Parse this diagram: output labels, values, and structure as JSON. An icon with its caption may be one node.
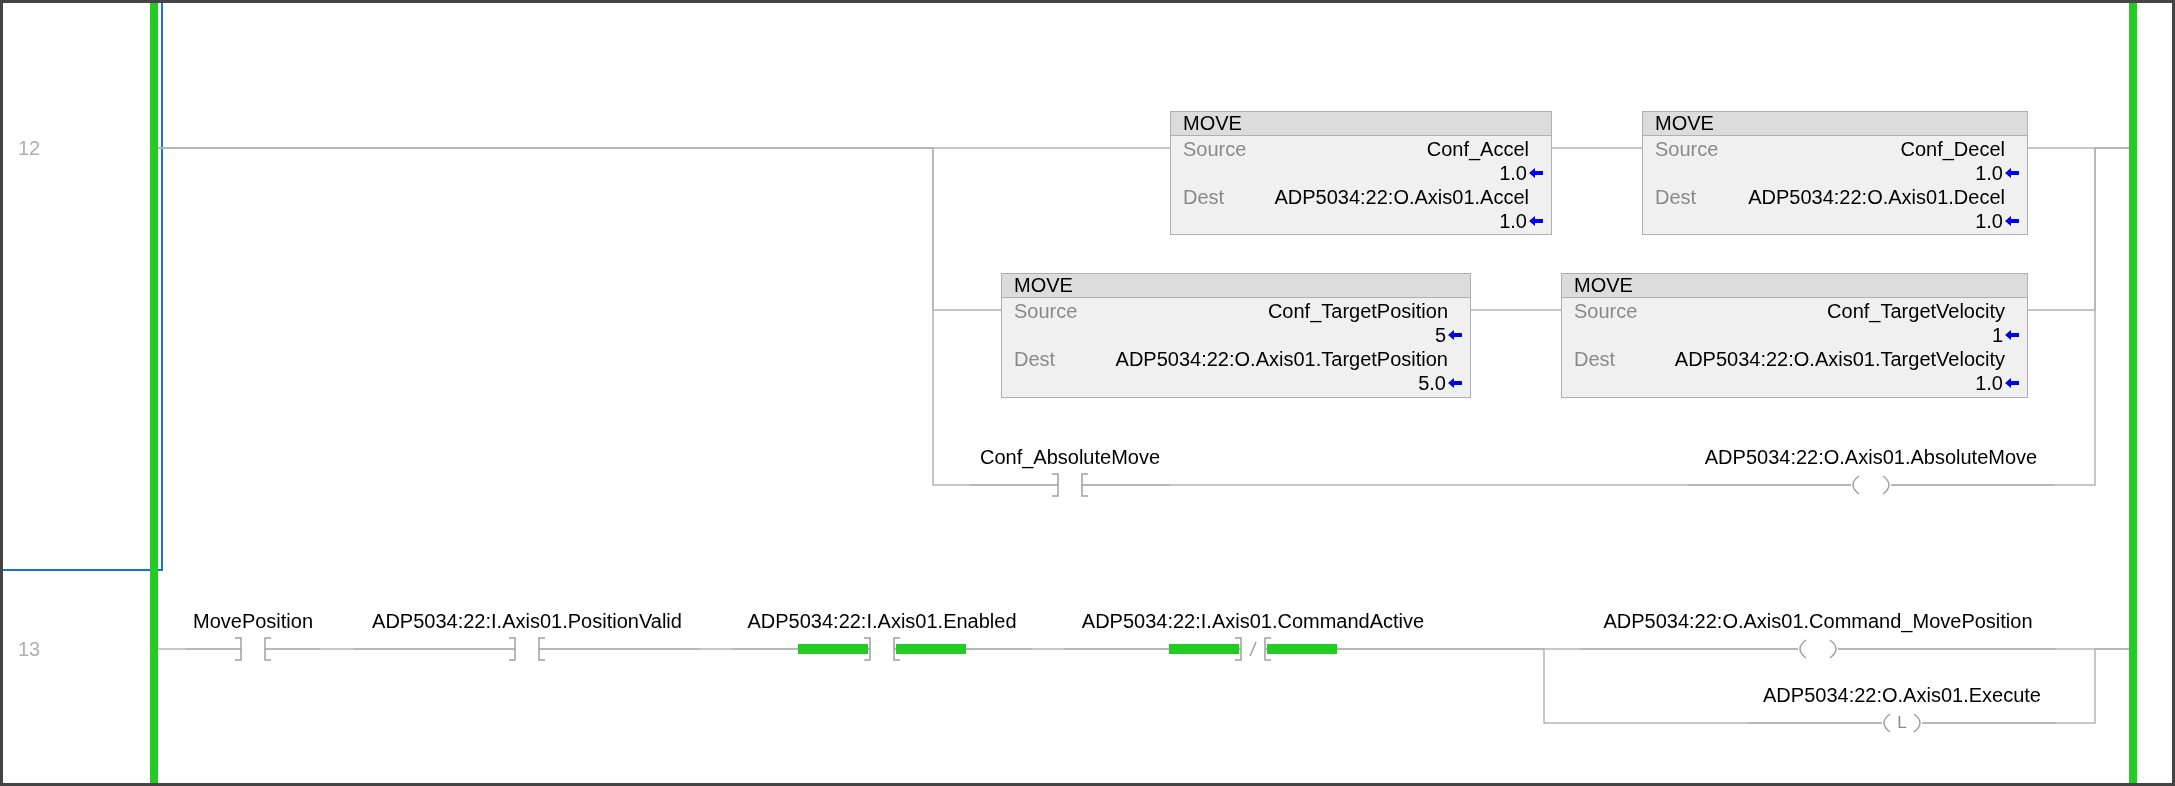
{
  "diagram": {
    "nodes": [
      {
        "text": [],
        "shape": "bar"
      },
      {
        "text": [],
        "shape": "bar"
      },
      {
        "text": [
          "MOVE",
          "Source",
          "Conf_Accel",
          "1.0",
          "Dest",
          "ADP5034:22:O.Axis01.Accel",
          "1.0"
        ]
      },
      {
        "text": [
          "MOVE",
          "Source",
          "Conf_Decel",
          "1.0",
          "Dest",
          "ADP5034:22:O.Axis01.Decel",
          "1.0"
        ]
      },
      {
        "text": [
          "MOVE",
          "Source",
          "Conf_TargetPosition",
          "5",
          "Dest",
          "ADP5034:22:O.Axis01.TargetPosition",
          "5.0"
        ]
      },
      {
        "text": [
          "MOVE",
          "Source",
          "Conf_TargetVelocity",
          "1",
          "Dest",
          "ADP5034:22:O.Axis01.TargetVelocity",
          "1.0"
        ]
      },
      {
        "text": [
          "Conf_AbsoluteMove"
        ]
      },
      {
        "text": [
          "ADP5034:22:O.Axis01.AbsoluteMove"
        ]
      },
      {
        "text": [
          "MovePosition"
        ]
      },
      {
        "text": [
          "ADP5034:22:I.Axis01.PositionValid"
        ]
      },
      {
        "text": [
          "ADP5034:22:I.Axis01.Enabled"
        ]
      },
      {
        "text": [
          "ADP5034:22:I.Axis01.CommandActive"
        ]
      },
      {
        "text": [
          "ADP5034:22:O.Axis01.Command_MovePosition"
        ]
      },
      {
        "text": [
          "ADP5034:22:O.Axis01.Execute",
          "L"
        ]
      }
    ],
    "edges": [
      {
        "from": 0,
        "to": 2,
        "arrow": "none"
      },
      {
        "from": 2,
        "to": 3,
        "arrow": "none"
      },
      {
        "from": 3,
        "to": 1,
        "arrow": "none"
      },
      {
        "from": 0,
        "to": 4,
        "arrow": "none"
      },
      {
        "from": 4,
        "to": 5,
        "arrow": "none"
      },
      {
        "from": 5,
        "to": 1,
        "arrow": "none"
      },
      {
        "from": 0,
        "to": 6,
        "arrow": "none"
      },
      {
        "from": 6,
        "to": 7,
        "arrow": "none"
      },
      {
        "from": 7,
        "to": 1,
        "arrow": "none"
      },
      {
        "from": 0,
        "to": 8,
        "arrow": "none"
      },
      {
        "from": 8,
        "to": 9,
        "arrow": "none"
      },
      {
        "from": 9,
        "to": 10,
        "arrow": "none"
      },
      {
        "from": 10,
        "to": 11,
        "arrow": "none"
      },
      {
        "from": 11,
        "to": 12,
        "arrow": "none"
      },
      {
        "from": 11,
        "to": 13,
        "arrow": "none"
      },
      {
        "from": 12,
        "to": 1,
        "arrow": "none"
      },
      {
        "from": 13,
        "to": 1,
        "arrow": "none"
      }
    ],
    "labels": [
      "12",
      "13"
    ]
  }
}
